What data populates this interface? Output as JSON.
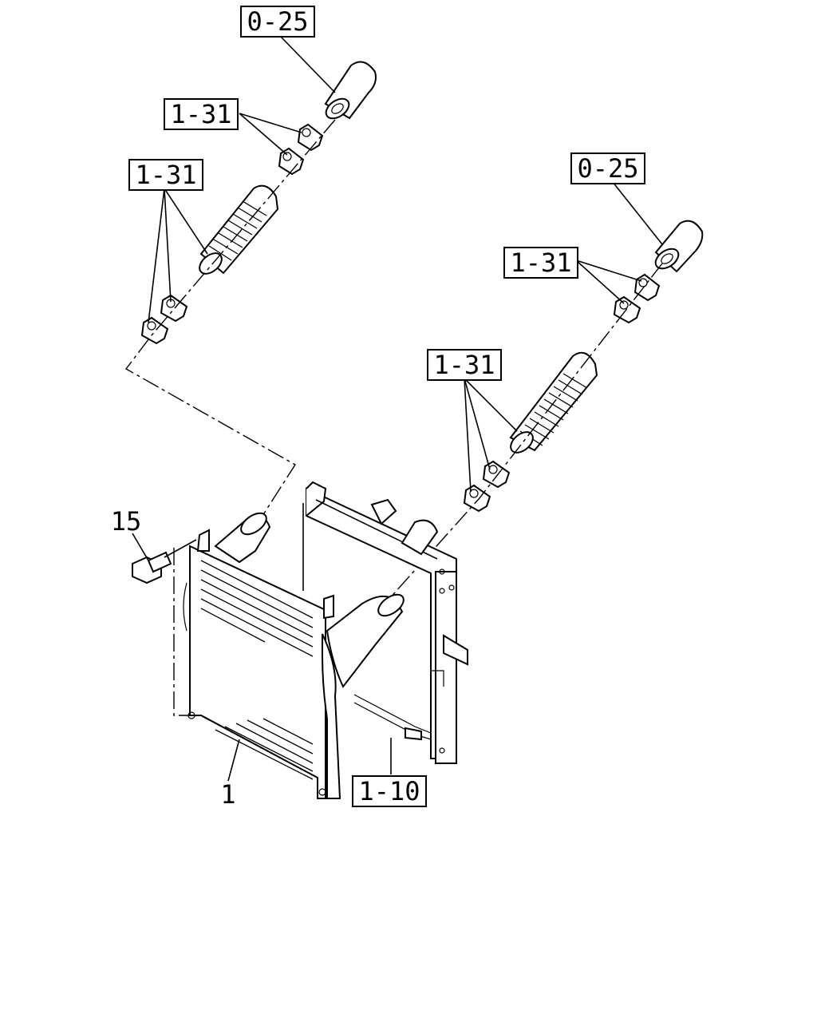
{
  "callouts": {
    "hose_cap_top_left": "0-25",
    "clamps_upper_left": "1-31",
    "clamps_lower_left": "1-31",
    "hose_cap_top_right": "0-25",
    "clamps_upper_right": "1-31",
    "clamps_lower_right": "1-31",
    "bolt": "15",
    "intercooler": "1",
    "radiator": "1-10"
  },
  "icons": {
    "hose": "corrugated-hose-icon",
    "clamp": "hose-clamp-icon",
    "bolt": "flange-bolt-icon",
    "intercooler": "intercooler-icon",
    "radiator": "radiator-icon"
  }
}
